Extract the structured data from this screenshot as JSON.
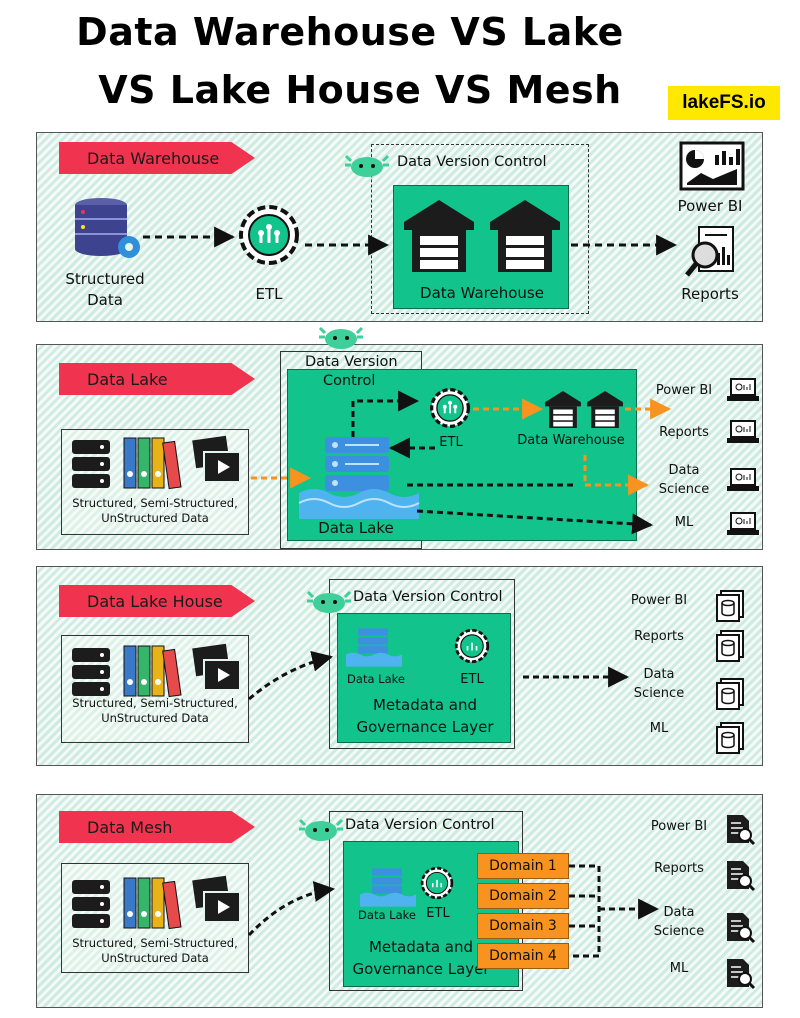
{
  "title": {
    "line1": "Data  Warehouse VS Lake",
    "line2": "VS Lake House VS Mesh"
  },
  "brand": "lakeFS.io",
  "sections": {
    "warehouse": {
      "tag": "Data Warehouse",
      "source": "Structured\nData",
      "etl": "ETL",
      "dvc": "Data Version Control",
      "store": "Data Warehouse",
      "outputs": [
        "Power BI",
        "Reports"
      ]
    },
    "lake": {
      "tag": "Data Lake",
      "dvc_line1": "Data Version",
      "dvc_line2": "Control",
      "source": "Structured, Semi-Structured,\nUnStructured Data",
      "etl": "ETL",
      "warehouse": "Data Warehouse",
      "store": "Data Lake",
      "outputs": [
        "Power BI",
        "Reports",
        "Data\nScience",
        "ML"
      ]
    },
    "lakehouse": {
      "tag": "Data Lake House",
      "dvc": "Data Version Control",
      "source": "Structured, Semi-Structured,\nUnStructured Data",
      "lake": "Data Lake",
      "etl": "ETL",
      "layer": "Metadata and\nGovernance Layer",
      "outputs": [
        "Power BI",
        "Reports",
        "Data\nScience",
        "ML"
      ]
    },
    "mesh": {
      "tag": "Data Mesh",
      "dvc": "Data Version Control",
      "source": "Structured, Semi-Structured,\nUnStructured Data",
      "lake": "Data Lake",
      "etl": "ETL",
      "layer": "Metadata and\nGovernance Layer",
      "domains": [
        "Domain 1",
        "Domain 2",
        "Domain 3",
        "Domain 4"
      ],
      "outputs": [
        "Power BI",
        "Reports",
        "Data\nScience",
        "ML"
      ]
    }
  },
  "colors": {
    "tag": "#f0344f",
    "green_box": "#12c48b",
    "domain": "#f7931e",
    "orange_arrow": "#f7931e",
    "brand_bg": "#ffe800"
  }
}
